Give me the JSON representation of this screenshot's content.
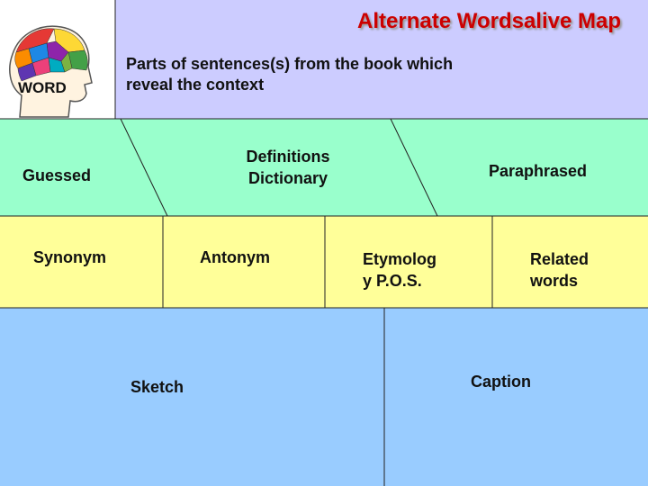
{
  "title": "Alternate Wordsalive Map",
  "context": {
    "line1": "Parts of sentences(s) from the book which",
    "line2": "reveal the context"
  },
  "word": "WORD",
  "definitions_row": {
    "guessed": "Guessed",
    "definitions_line1": "Definitions",
    "definitions_line2": "Dictionary",
    "paraphrased": "Paraphrased"
  },
  "words_row": {
    "synonym": "Synonym",
    "antonym": "Antonym",
    "etymology_line1": "Etymolog",
    "etymology_line2": "y P.O.S.",
    "related_line1": "Related",
    "related_line2": "words"
  },
  "visual_row": {
    "sketch": "Sketch",
    "caption": "Caption"
  },
  "colors": {
    "title": "#cc0000",
    "context_band": "#ccccff",
    "definitions_band": "#99ffcc",
    "words_band": "#ffff99",
    "visual_band": "#99ccff"
  },
  "icons": [
    "brain-head-icon"
  ]
}
